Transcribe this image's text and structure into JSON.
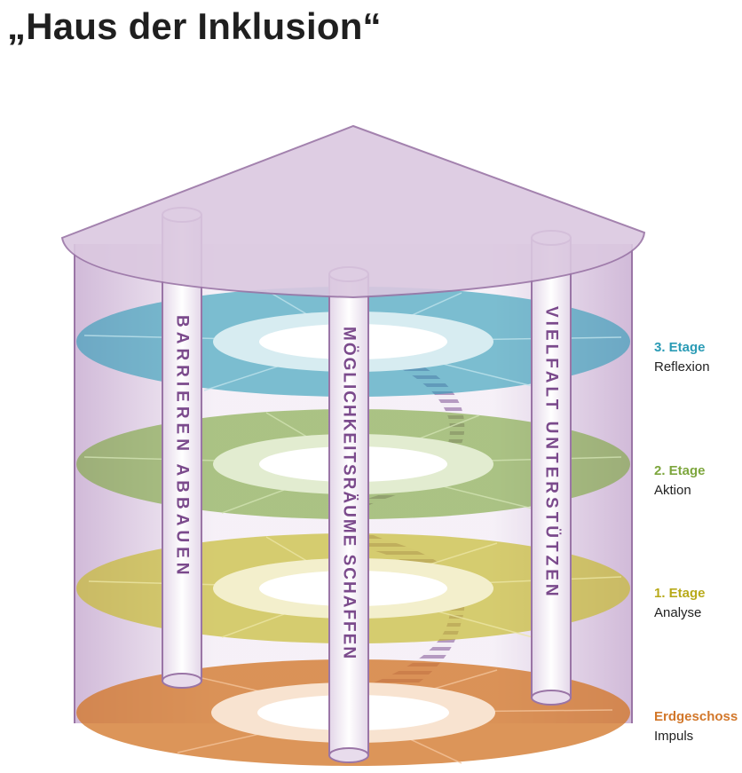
{
  "title": "„Haus der Inklusion“",
  "pillars": {
    "left": "BARRIEREN ABBAUEN",
    "center": "MÖGLICHKEITSRÄUME SCHAFFEN",
    "right": "VIELFALT UNTERSTÜTZEN"
  },
  "floors": [
    {
      "name": "3. Etage",
      "desc": "Reflexion",
      "color": "#2a9bb5"
    },
    {
      "name": "2. Etage",
      "desc": "Aktion",
      "color": "#7da63d"
    },
    {
      "name": "1. Etage",
      "desc": "Analyse",
      "color": "#b8aa1a"
    },
    {
      "name": "Erdgeschoss",
      "desc": "Impuls",
      "color": "#d2772a"
    }
  ],
  "colors": {
    "roof": "#dbc8e0",
    "building_outline": "#9a75a6",
    "pillar_text": "#7b4a8c"
  }
}
